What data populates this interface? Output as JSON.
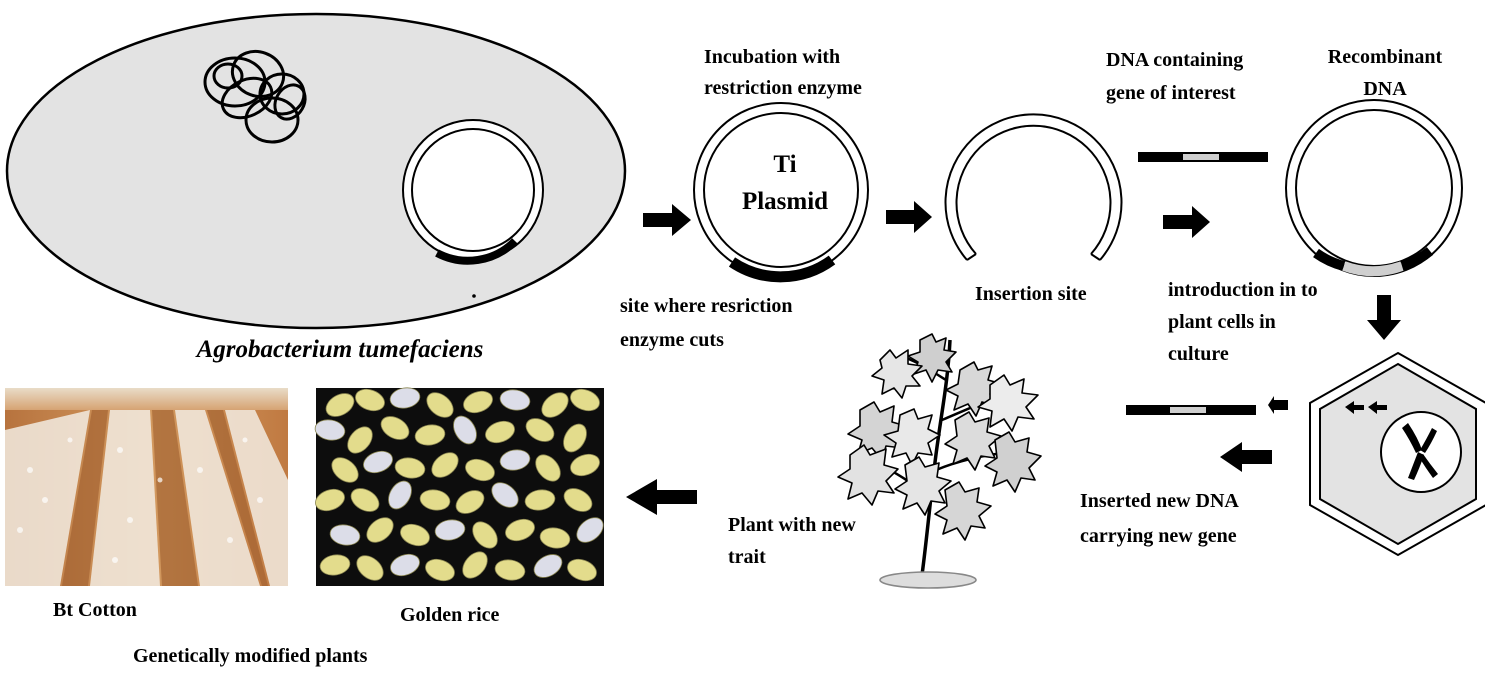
{
  "colors": {
    "cell_fill": "#e3e3e3",
    "line": "#000000",
    "insert_gray": "#cfcfcf",
    "cotton_base": "#c98b52",
    "rice_background": "#0d0d0d",
    "rice_yellow": "#e3dc8c",
    "rice_white": "#dcdde8"
  },
  "labels": {
    "bacterium_name": "Agrobacterium tumefaciens",
    "incubation_line1": "Incubation with",
    "incubation_line2": "restriction enzyme",
    "plasmid_line1": "Ti",
    "plasmid_line2": "Plasmid",
    "cut_site_line1": "site where resriction",
    "cut_site_line2": "enzyme cuts",
    "insertion_site": "Insertion site",
    "gene_line1": "DNA containing",
    "gene_line2": "gene of interest",
    "recombinant_line1": "Recombinant",
    "recombinant_line2": "DNA",
    "intro_line1": "introduction in to",
    "intro_line2": "plant cells in",
    "intro_line3": "culture",
    "inserted_line1": "Inserted new DNA",
    "inserted_line2": "carrying new gene",
    "plant_line1": "Plant with new",
    "plant_line2": "trait",
    "bt_cotton": "Bt Cotton",
    "golden_rice": "Golden rice",
    "gm_plants": "Genetically modified plants"
  },
  "icons": {
    "arrow": "right-arrow-icon",
    "plant": "plant-illustration",
    "cotton": "cotton-field-photo",
    "rice": "rice-grains-photo"
  }
}
